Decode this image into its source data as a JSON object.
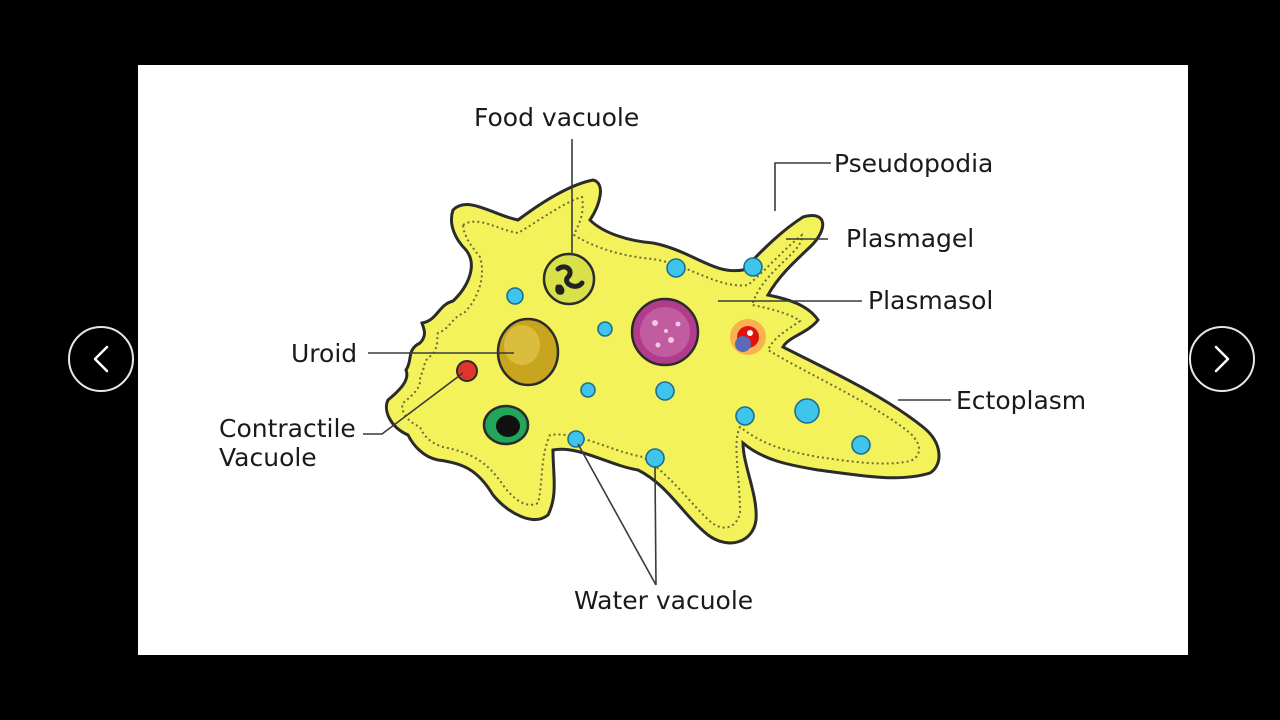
{
  "navigation": {
    "prev_icon": "chevron-left-icon",
    "next_icon": "chevron-right-icon"
  },
  "diagram": {
    "labels": {
      "food_vacuole": "Food vacuole",
      "pseudopodia": "Pseudopodia",
      "plasmagel": "Plasmagel",
      "plasmasol": "Plasmasol",
      "uroid": "Uroid",
      "contractile_line1": "Contractile",
      "contractile_line2": "Vacuole",
      "ectoplasm": "Ectoplasm",
      "water_vacuole": "Water vacuole"
    },
    "colors": {
      "cytoplasm": "#f4f25a",
      "cell_edge": "#2b2b2b",
      "water_vacuole": "#3fc4ec",
      "nucleus": "#b23c8c",
      "uroid": "#c8a51e",
      "contractile_vacuole": "#e0352b",
      "food_vacuole": "#d8e04a",
      "green_vacuole": "#22a65a",
      "background": "#ffffff"
    }
  }
}
